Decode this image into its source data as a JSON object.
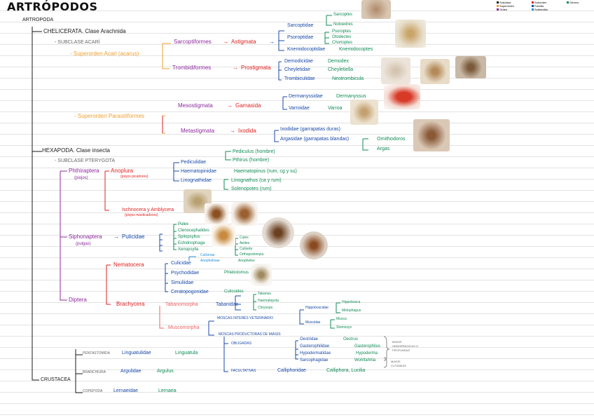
{
  "title": "ARTRÓPODOS",
  "legend": [
    {
      "label": "Subclase",
      "color": "#1a1a1a"
    },
    {
      "label": "Superorden",
      "color": "#f0a030"
    },
    {
      "label": "Orden",
      "color": "#8b2a9b"
    },
    {
      "label": "Suborden",
      "color": "#dd2222"
    },
    {
      "label": "Familia",
      "color": "#1a4aa8"
    },
    {
      "label": "Subfamilia",
      "color": "#2090d8"
    },
    {
      "label": "Género",
      "color": "#0f8b55"
    }
  ],
  "nodes": {
    "artropoda": "ARTROPODA",
    "chelicerata": "CHELICERATA. Clase Arachnida",
    "subclase_acari": "- SUBCLASE ACARÍ",
    "superorden_acari": "- Superorden Acari (acarus)",
    "sarcoptiformes": "Sarcoptiformes",
    "astigmata": "Astigmata",
    "sarcoptidae": "Sarcoptidae",
    "sarcoptes": "Sarcoptes",
    "notoedres": "Notoedres",
    "psoroptidae": "Psoroptidae",
    "psoroptes": "Psoroptes",
    "otodectes": "Otodectes",
    "chorioptes": "Chorioptes",
    "knemidocoptidae": "Knemidocoptidae",
    "knemidocoptes": "Knemidocoptes",
    "trombidiformes": "Trombidiformes",
    "prostigmata": "Prostigmata",
    "demodicidae": "Demodicidae",
    "demodex": "Demodex",
    "cheyletidae": "Cheyletidae",
    "cheyletiella": "Cheyletiella",
    "trombiculidae": "Trombiculidae",
    "neotrombicula": "Neotrombicula",
    "superorden_parasitiformes": "- Superorden Parasitiformes",
    "mesostigmata": "Mesostigmata",
    "gamasida": "Gamasida",
    "dermanyssidae": "Dermanyssidae",
    "dermanyssus": "Dermanyssus",
    "varroidae": "Varroidae",
    "varroa": "Varroa",
    "metastigmata": "Metastigmata",
    "ixodida": "Ixodida",
    "ixodidae": "Ixodidae (garrapatas duras)",
    "argasidae": "Argasidae (garrapatas blandas)",
    "ornithodoros": "Ornithodoros",
    "argas": "Argas",
    "hexapoda": "HEXAPODA. Clase insecta",
    "subclase_pterygota": "- SUBCLASE PTERYGOTA",
    "phthiraptera": "Phthiraptera",
    "piojos": "(piojos)",
    "anoplura": "Anoplura",
    "anoplura_note": "(piojos picadores)",
    "pediculidae": "Pediculidae",
    "pediculus": "Pediculus (hombre)",
    "pthirus": "Pthirus (hombre)",
    "haematopinidae": "Haematopinidae",
    "haematopinus": "Haematopinus (rum, cg y su)",
    "linognathidae": "Linognathidae",
    "linognathus": "Linognathus (ca y rum)",
    "solenopotes": "Solenopotes (rum)",
    "ischnocera": "Ischnocera y Amblycera",
    "ischnocera_note": "(piojos masticadores)",
    "siphonaptera": "Siphonaptera",
    "pulgas": "(pulgas)",
    "pulicidae": "Pulicidae",
    "pulex": "Pulex",
    "ctenocephalides": "Ctenocephalides",
    "spilopsyllus": "Spilopsyllus",
    "echidnophaga": "Echidnophaga",
    "xenopsylla": "Xenopsylla",
    "culex": "Culex",
    "aedes": "Aedes",
    "culiseta": "Culiseta",
    "orthopodomyia": "Orthopodomyia",
    "diptera": "Diptera",
    "nematocera": "Nematocera",
    "culicidae": "Culicidae",
    "culicinae": "Culicinae",
    "anophelinae": "Anophelinae",
    "anopheles": "Anopheles",
    "psychodidae": "Psychodidae",
    "phlebotomus": "Phlebotomus",
    "simuliidae": "Simuliidae",
    "ceratopogonidae": "Ceratopogonidae",
    "culicoides": "Culicoides",
    "brachycera": "Brachycera",
    "tabanomorpha": "Tabanomorpha",
    "tabanidae": "Tabanidae",
    "tabanus": "Tabanus",
    "haematopota": "Haematopota",
    "chrysops": "Chrysops",
    "muscomorpha": "Muscomorpha",
    "moscas_veterinario": "MOSCAS INTERÉS VETERINARIO",
    "hippoboscidae": "Hippoboscidae",
    "hippobosca": "Hippobosca",
    "melophagus": "Melophagus",
    "muscidae": "Muscidae",
    "musca": "Musca",
    "stomoxys": "Stomoxys",
    "moscas_miasis": "MOSCAS PRODUCTORAS DE MIASIS",
    "obligadas": "OBLIGADAS",
    "oestridae": "Oestridae",
    "oestrus": "Oestrus",
    "gasterophilidae": "Gasterophilidae",
    "gasterophilus": "Gasterophilus",
    "hypodermatidae": "Hypodermatidae",
    "hypoderma": "Hypoderma",
    "sarcophagidae": "Sarcophagidae",
    "wohlfahrtia": "Wohlfahrtia",
    "miasis_profundas": "MIASIS HEMORRÁGICAS O PROFUNDAS",
    "miasis_cutaneas": "MIASIS CUTÁNEAS",
    "facultativas": "FACULTATIVAS",
    "calliphoridae": "Calliphoridae",
    "calliphora": "Calliphora, Lucilia",
    "crustacea": "CRUSTACEA",
    "pentastomida": "PENTASTOMIDA",
    "linguatulidae": "Linguatulidae",
    "linguatula": "Linguatula",
    "branchiura": "BRANCHIURA",
    "argulidae": "Argulidae",
    "argulus": "Argulus",
    "copepoda": "COPEPODA",
    "lernaeidae": "Lernaeidae",
    "lernaea": "Lernaea"
  },
  "arrow": "→"
}
